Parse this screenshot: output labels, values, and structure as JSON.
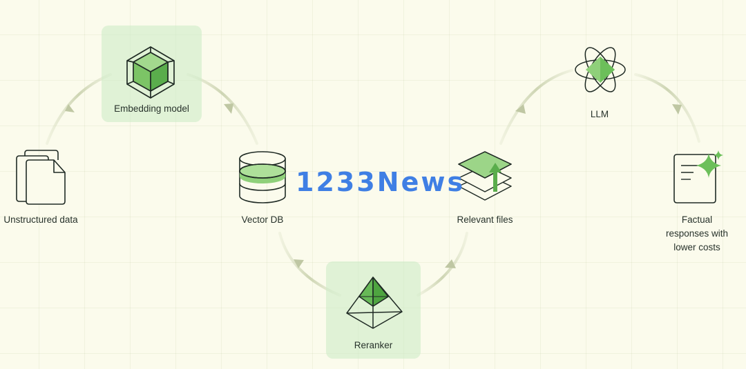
{
  "nodes": {
    "unstructured": "Unstructured data",
    "embedding": "Embedding model",
    "vectordb": "Vector DB",
    "reranker": "Reranker",
    "relevant": "Relevant files",
    "llm": "LLM",
    "factual": "Factual responses with lower costs"
  },
  "watermark": "1233News",
  "colors": {
    "background": "#fbfbec",
    "node_box": "#d3ecc9",
    "accent_green": "#67b957",
    "line_dark": "#1f2a24",
    "arrow": "#c7cfae"
  }
}
